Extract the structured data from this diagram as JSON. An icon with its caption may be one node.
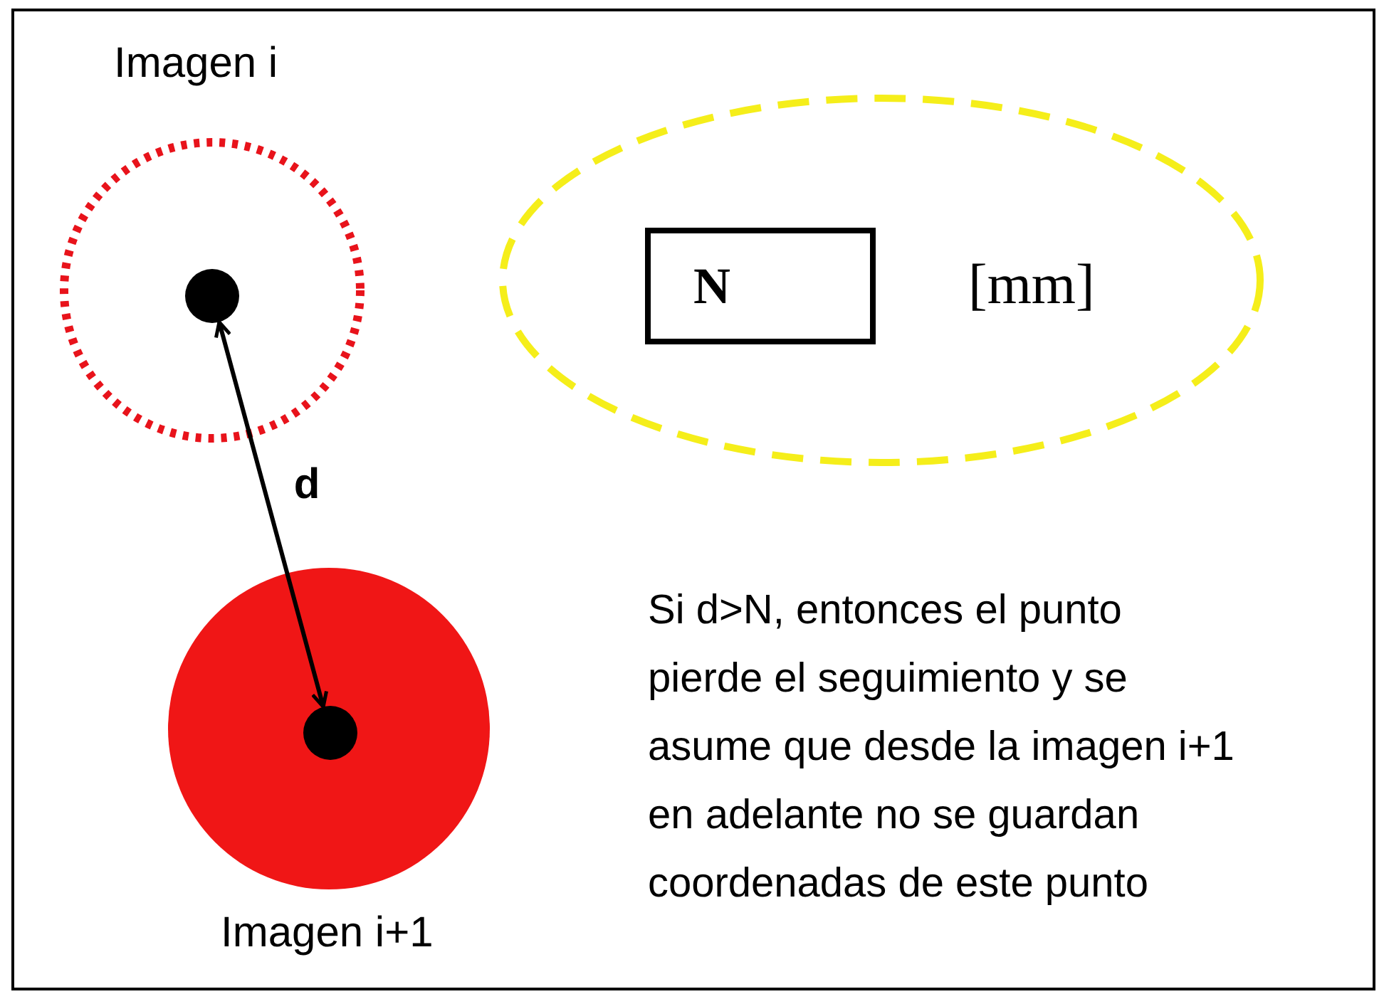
{
  "diagram": {
    "nodes": [
      {
        "text": [
          "Imagen i"
        ]
      },
      {
        "text": [],
        "shape": "circle",
        "in": 0
      },
      {
        "text": [
          "[mm]"
        ]
      },
      {
        "text": [
          "N"
        ],
        "in": 2
      },
      {
        "text": [
          "Imagen i+1"
        ]
      },
      {
        "text": [],
        "shape": "circle",
        "in": 4
      }
    ],
    "edges": [
      {
        "from": 1,
        "to": 5,
        "arrow": "both",
        "label": "d"
      }
    ],
    "labels": [
      "Si d>N, entonces el punto pierde el seguimiento y se asume que desde la imagen i+1 en adelante no se guardan coordenadas de este punto"
    ]
  }
}
